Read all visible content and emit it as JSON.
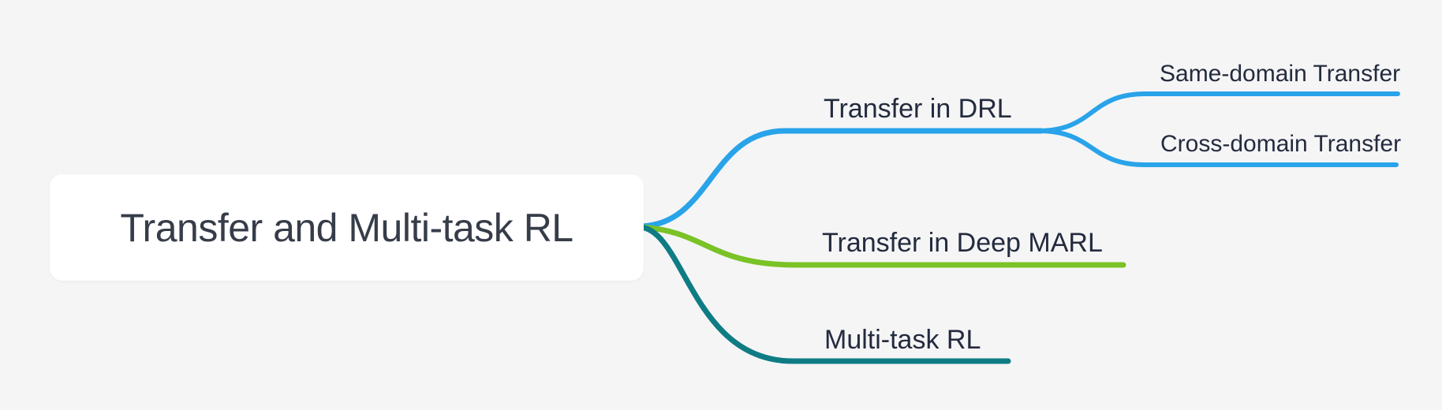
{
  "app": {
    "type": "mindmap",
    "background_color": "#f5f5f6",
    "label_text_color": "#242b3e"
  },
  "root": {
    "label": "Transfer and Multi-task RL",
    "background_color": "#ffffff",
    "text_color": "#363d49"
  },
  "branches": [
    {
      "id": "transfer-in-drl",
      "label": "Transfer in DRL",
      "color": "#29a3e9",
      "children": [
        {
          "id": "same-domain-transfer",
          "label": "Same-domain Transfer",
          "color": "#29a3e9"
        },
        {
          "id": "cross-domain-transfer",
          "label": "Cross-domain Transfer",
          "color": "#29a3e9"
        }
      ]
    },
    {
      "id": "transfer-in-deep-marl",
      "label": "Transfer in Deep MARL",
      "color": "#7ac226",
      "children": []
    },
    {
      "id": "multi-task-rl",
      "label": "Multi-task RL",
      "color": "#0f7c84",
      "children": []
    }
  ]
}
